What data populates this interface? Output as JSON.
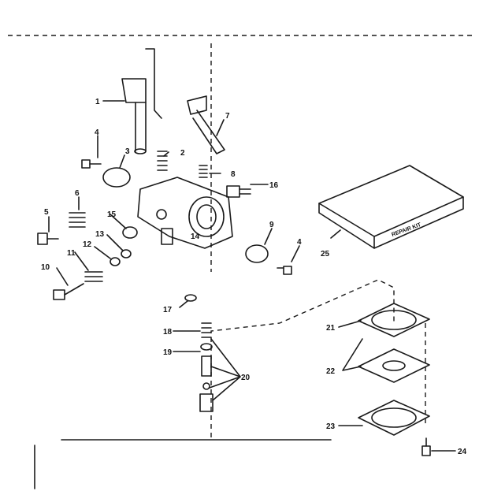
{
  "parts": [
    {
      "id": "1",
      "label": "1"
    },
    {
      "id": "2",
      "label": "2"
    },
    {
      "id": "3",
      "label": "3"
    },
    {
      "id": "4a",
      "label": "4"
    },
    {
      "id": "4b",
      "label": "4"
    },
    {
      "id": "5",
      "label": "5"
    },
    {
      "id": "6",
      "label": "6"
    },
    {
      "id": "7",
      "label": "7"
    },
    {
      "id": "8",
      "label": "8"
    },
    {
      "id": "9",
      "label": "9"
    },
    {
      "id": "10",
      "label": "10"
    },
    {
      "id": "11",
      "label": "11"
    },
    {
      "id": "12",
      "label": "12"
    },
    {
      "id": "13",
      "label": "13"
    },
    {
      "id": "14",
      "label": "14"
    },
    {
      "id": "15",
      "label": "15"
    },
    {
      "id": "16",
      "label": "16"
    },
    {
      "id": "17",
      "label": "17"
    },
    {
      "id": "18",
      "label": "18"
    },
    {
      "id": "19",
      "label": "19"
    },
    {
      "id": "20",
      "label": "20"
    },
    {
      "id": "21",
      "label": "21"
    },
    {
      "id": "22",
      "label": "22"
    },
    {
      "id": "23",
      "label": "23"
    },
    {
      "id": "24",
      "label": "24"
    },
    {
      "id": "25",
      "label": "25"
    }
  ],
  "repair_kit": {
    "label": "REPAIR KIT"
  }
}
